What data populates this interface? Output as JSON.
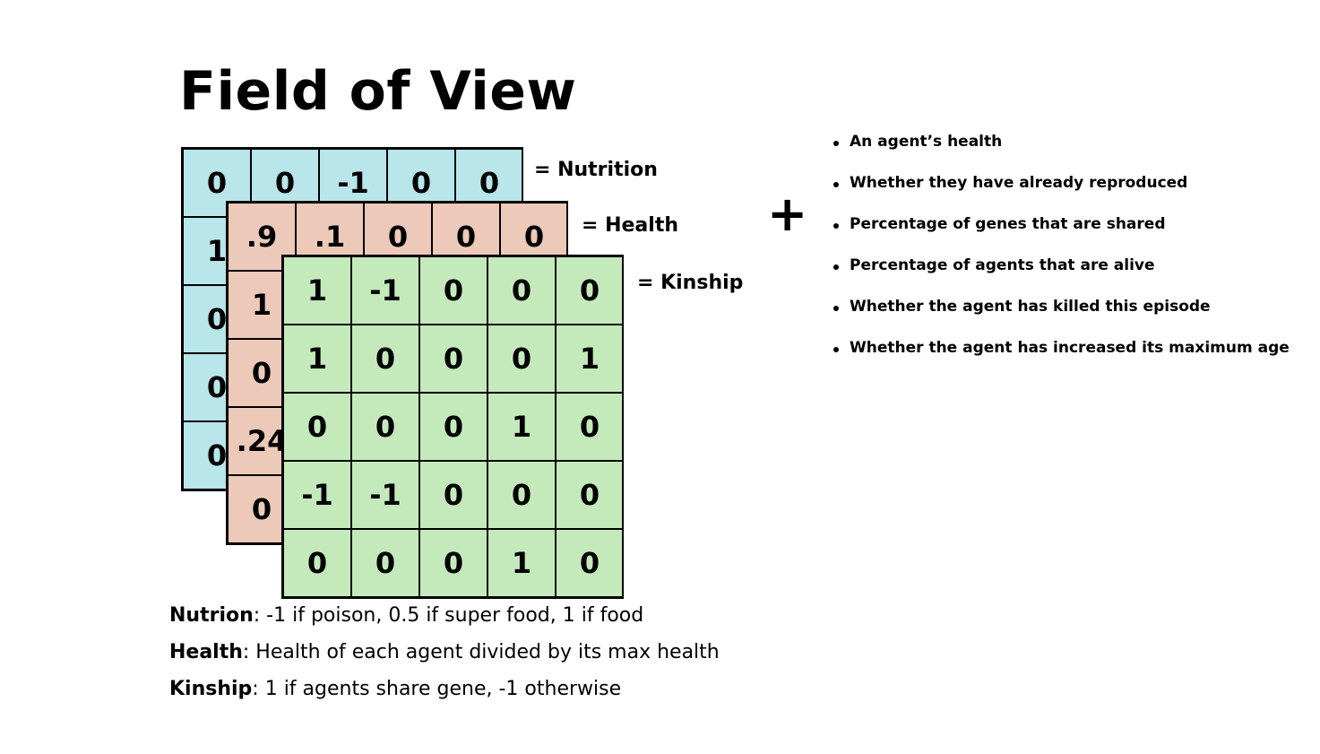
{
  "title": "Field of View",
  "layers": {
    "nutrition": {
      "label": "= Nutrition",
      "color": "#b8e6ea",
      "grid": [
        [
          "0",
          "0",
          "-1",
          "0",
          "0"
        ],
        [
          "1",
          "",
          "",
          "",
          ""
        ],
        [
          "0",
          "",
          "",
          "",
          ""
        ],
        [
          "0",
          "",
          "",
          "",
          ""
        ],
        [
          "0",
          "",
          "",
          "",
          ""
        ]
      ]
    },
    "health": {
      "label": "= Health",
      "color": "#ecc9b9",
      "grid": [
        [
          ".9",
          ".1",
          "0",
          "0",
          "0"
        ],
        [
          "1",
          "",
          "",
          "",
          ""
        ],
        [
          "0",
          "",
          "",
          "",
          ""
        ],
        [
          ".24",
          "",
          "",
          "",
          ""
        ],
        [
          "0",
          "",
          "",
          "",
          ""
        ]
      ]
    },
    "kinship": {
      "label": "= Kinship",
      "color": "#c4eabc",
      "grid": [
        [
          "1",
          "-1",
          "0",
          "0",
          "0"
        ],
        [
          "1",
          "0",
          "0",
          "0",
          "1"
        ],
        [
          "0",
          "0",
          "0",
          "1",
          "0"
        ],
        [
          "-1",
          "-1",
          "0",
          "0",
          "0"
        ],
        [
          "0",
          "0",
          "0",
          "1",
          "0"
        ]
      ]
    }
  },
  "plus_symbol": "+",
  "features": [
    "An agent’s health",
    "Whether they have already reproduced",
    "Percentage of genes that are shared",
    "Percentage of agents that are alive",
    "Whether the agent has killed this episode",
    "Whether the agent has increased its maximum age"
  ],
  "legend": [
    {
      "term": "Nutrion",
      "desc": ": -1 if poison, 0.5 if super food, 1 if food"
    },
    {
      "term": "Health",
      "desc": ": Health of each agent divided by its max health"
    },
    {
      "term": "Kinship",
      "desc": ": 1 if agents share gene, -1 otherwise"
    }
  ]
}
